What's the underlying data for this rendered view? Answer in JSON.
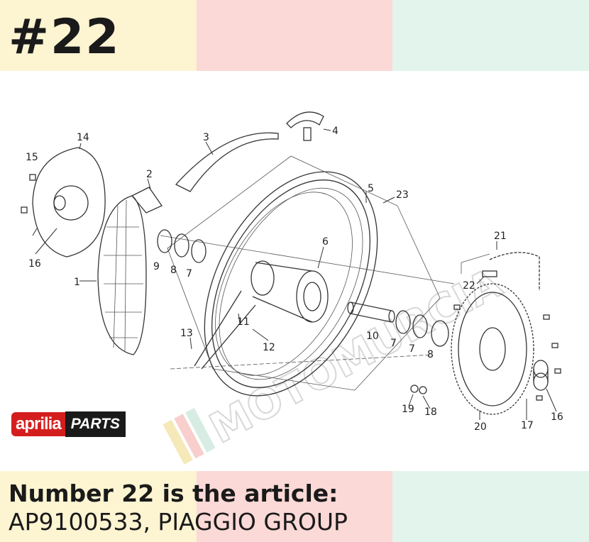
{
  "header": {
    "title": "#22"
  },
  "caption": {
    "line1": "Number 22 is the article:",
    "line2": "AP9100533, PIAGGIO GROUP"
  },
  "logo": {
    "brand": "aprilia",
    "suffix": "PARTS"
  },
  "watermark": {
    "text": "MOTOMURCIA"
  },
  "diagram": {
    "labels": {
      "l1": "1",
      "l2": "2",
      "l3": "3",
      "l4": "4",
      "l5": "5",
      "l6": "6",
      "l7a": "7",
      "l7b": "7",
      "l7c": "7",
      "l8a": "8",
      "l8b": "8",
      "l9": "9",
      "l10": "10",
      "l11": "11",
      "l12": "12",
      "l13": "13",
      "l14": "14",
      "l15": "15",
      "l16a": "16",
      "l16b": "16",
      "l17": "17",
      "l18": "18",
      "l19": "19",
      "l20": "20",
      "l21": "21",
      "l22": "22",
      "l23": "23"
    }
  },
  "colors": {
    "band_yellow": "#fdf4d2",
    "band_pink": "#fbd9d7",
    "band_green": "#e2f4ec",
    "logo_red": "#d41e1e",
    "logo_black": "#1a1a1a"
  }
}
